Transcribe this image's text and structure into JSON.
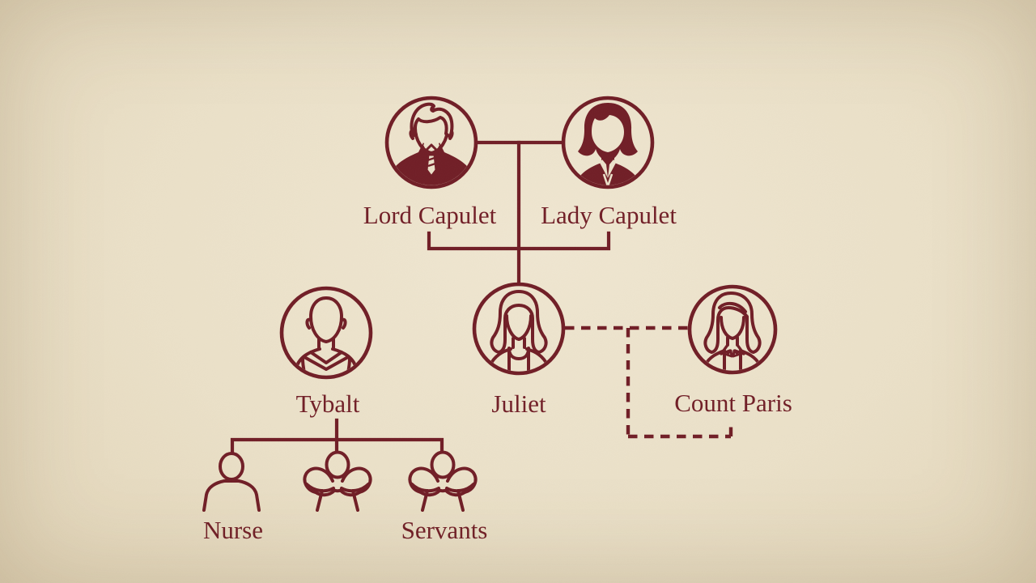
{
  "diagram": {
    "type": "family-tree",
    "family": "Capulet",
    "background_color": "#ebe1c9",
    "line_color": "#701d26",
    "nodes": [
      {
        "id": "lord-capulet",
        "label": "Lord Capulet",
        "icon": "man-suit-portrait-icon",
        "portrait_style": "filled-circle"
      },
      {
        "id": "lady-capulet",
        "label": "Lady Capulet",
        "icon": "woman-curled-hair-portrait-icon",
        "portrait_style": "filled-circle"
      },
      {
        "id": "tybalt",
        "label": "Tybalt",
        "icon": "man-armor-portrait-icon",
        "portrait_style": "outline-circle"
      },
      {
        "id": "juliet",
        "label": "Juliet",
        "icon": "woman-long-hair-portrait-icon",
        "portrait_style": "outline-circle"
      },
      {
        "id": "count-paris",
        "label": "Count Paris",
        "icon": "long-haired-person-portrait-icon",
        "portrait_style": "outline-circle"
      },
      {
        "id": "nurse",
        "label": "Nurse",
        "icon": "person-outline-icon",
        "portrait_style": "figure"
      },
      {
        "id": "servants",
        "label": "Servants",
        "icon": "puffed-sleeve-person-outline-icon",
        "portrait_style": "figure"
      }
    ],
    "connections": [
      {
        "between": [
          "lord-capulet",
          "lady-capulet"
        ],
        "style": "solid"
      },
      {
        "between": [
          "lord-capulet+lady-capulet",
          "juliet"
        ],
        "style": "solid"
      },
      {
        "between": [
          "juliet",
          "count-paris"
        ],
        "style": "dashed"
      },
      {
        "between": [
          "tybalt-bracket",
          "nurse"
        ],
        "style": "solid"
      },
      {
        "between": [
          "tybalt-bracket",
          "servants"
        ],
        "style": "solid"
      }
    ]
  }
}
